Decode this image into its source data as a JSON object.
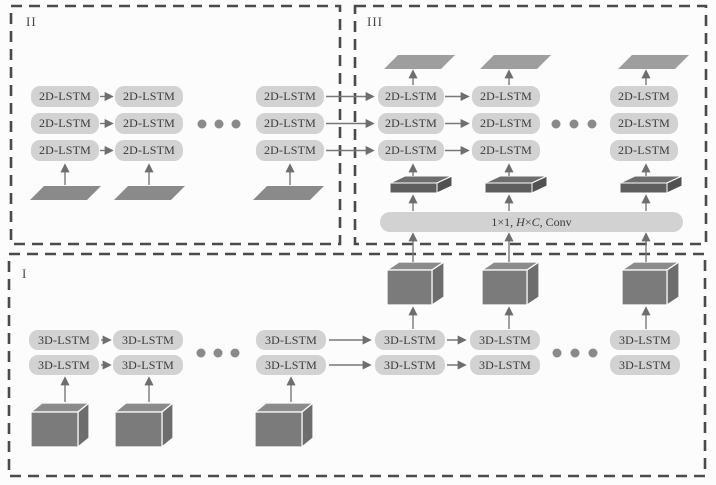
{
  "figure": {
    "kind": "lstm-architecture-diagram"
  },
  "regions": {
    "region_1": {
      "label": "I"
    },
    "region_2": {
      "label": "II"
    },
    "region_3": {
      "label": "III"
    }
  },
  "labels": {
    "lstm_2d": "2D-LSTM",
    "lstm_3d": "3D-LSTM",
    "ellipsis": "• • •"
  },
  "conv_block": {
    "prefix": "1×1, ",
    "h": "H",
    "times": "×",
    "c": "C",
    "suffix": ", Conv",
    "full_text": "1×1, H×C, Conv"
  },
  "colors": {
    "background": "#fcfcfc",
    "block_fill": "#d2d2d2",
    "block_text": "#3a3a3a",
    "dashed_border": "#4a4a4a",
    "arrow": "#787878",
    "dot": "#8a8a8a",
    "cube_top": "#8b8b8b",
    "cube_front": "#7b7b7b",
    "cube_side": "#6d6d6d",
    "slab_top": "#6e6e6e",
    "slab_front": "#5e5e5e",
    "slab_side": "#525252",
    "input_plane": "#8a8a8a",
    "output_plane": "#9e9e9e",
    "shape_edge": "#ffffff"
  }
}
